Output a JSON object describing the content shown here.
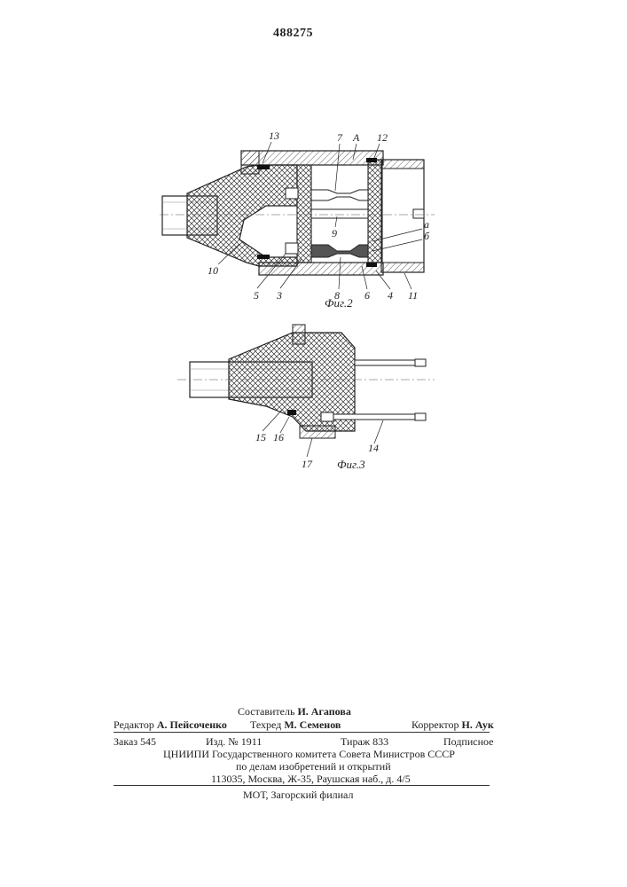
{
  "patent_number": "488275",
  "figure2": {
    "caption": "Фиг.2",
    "labels": [
      "13",
      "7",
      "А",
      "12",
      "а",
      "б",
      "9",
      "10",
      "5",
      "3",
      "8",
      "6",
      "4",
      "11"
    ]
  },
  "figure3": {
    "caption": "Фиг.3",
    "labels": [
      "15",
      "16",
      "14",
      "17"
    ]
  },
  "imprint": {
    "compiler_prefix": "Составитель",
    "compiler_name": "И. Агапова",
    "editor_prefix": "Редактор",
    "editor_name": "А. Пейсоченко",
    "techred_prefix": "Техред",
    "techred_name": "М. Семенов",
    "corrector_prefix": "Корректор",
    "corrector_name": "Н. Аук",
    "order": "Заказ 545",
    "edition": "Изд. № 1911",
    "circulation": "Тираж 833",
    "subscription": "Подписное",
    "institute": "ЦНИИПИ Государственного комитета Совета Министров СССР",
    "institute_sub": "по делам изобретений и открытий",
    "address": "113035, Москва, Ж-35, Раушская наб., д. 4/5",
    "printer": "МОТ, Загорский филиал"
  }
}
